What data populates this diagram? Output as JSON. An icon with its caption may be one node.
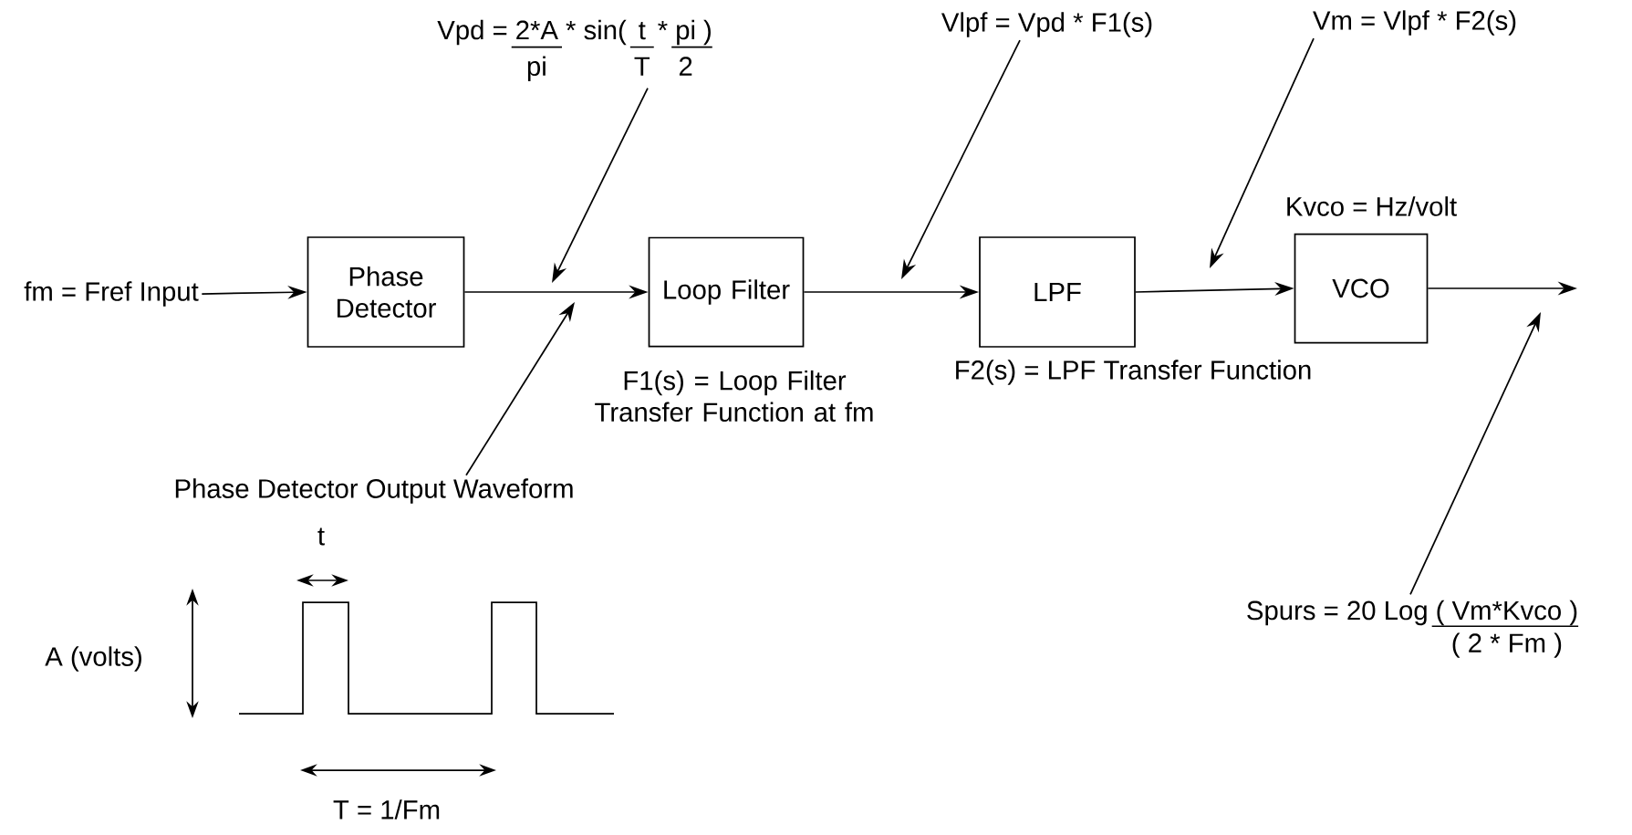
{
  "diagram": {
    "nodes": [
      {
        "text": [
          "fm = Fref Input"
        ]
      },
      {
        "text": [
          "Phase Detector"
        ]
      },
      {
        "text": [
          "Loop Filter"
        ],
        "beside": [
          "F1(s) = Loop Filter Transfer Function at fm"
        ]
      },
      {
        "text": [
          "LPF"
        ],
        "beside": [
          "F2(s) = LPF Transfer Function"
        ]
      },
      {
        "text": [
          "VCO"
        ],
        "beside": [
          "Kvco = Hz/volt"
        ]
      },
      {
        "text": [
          "Vpd =",
          "2*A",
          "* sin(",
          "t",
          "*",
          "pi",
          ")",
          "pi",
          "T",
          "2"
        ]
      },
      {
        "text": [
          "Vlpf = Vpd * F1(s)"
        ]
      },
      {
        "text": [
          "Vm = Vlpf * F2(s)"
        ]
      },
      {
        "text": [
          "Spurs = 20 Log",
          "( Vm*Kvco )",
          "( 2 * Fm )"
        ]
      },
      {
        "text": [
          "Phase Detector Output  Waveform"
        ]
      }
    ],
    "edges": [
      {
        "from": 0,
        "to": 1,
        "arrow": "to"
      },
      {
        "from": 1,
        "to": 2,
        "arrow": "to"
      },
      {
        "from": 2,
        "to": 3,
        "arrow": "to"
      },
      {
        "from": 3,
        "to": 4,
        "arrow": "to"
      },
      {
        "from": 4,
        "to": null,
        "arrow": "to"
      },
      {
        "from": 5,
        "to": null,
        "arrow": "to"
      },
      {
        "from": 6,
        "to": null,
        "arrow": "to"
      },
      {
        "from": 7,
        "to": null,
        "arrow": "to"
      },
      {
        "from": 9,
        "to": null,
        "arrow": "to"
      },
      {
        "from": 8,
        "to": null,
        "arrow": "to"
      }
    ],
    "labels": [
      "t",
      "A (volts)",
      "T = 1/Fm"
    ]
  }
}
